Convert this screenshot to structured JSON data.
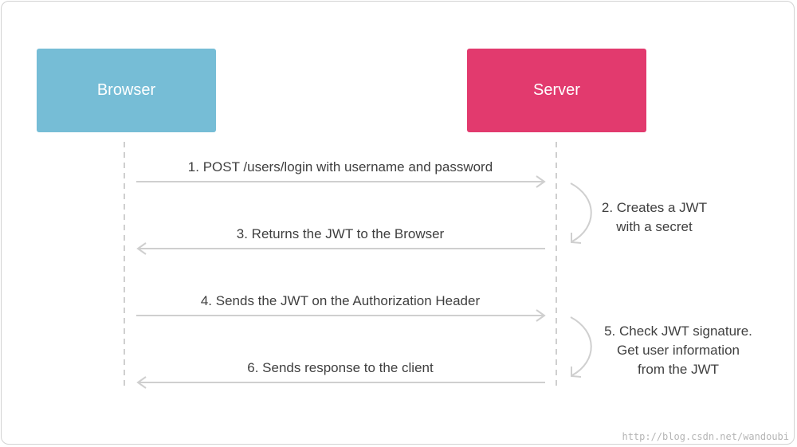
{
  "colors": {
    "browser": "#76bdd6",
    "server": "#e23a6e",
    "line": "#cfcfcf",
    "text": "#3f3f3f"
  },
  "actors": {
    "browser": "Browser",
    "server": "Server"
  },
  "messages": [
    {
      "label": "1. POST /users/login with username and password",
      "direction": "to-server"
    },
    {
      "label": "3. Returns the JWT to the Browser",
      "direction": "to-browser"
    },
    {
      "label": "4. Sends the JWT on the Authorization Header",
      "direction": "to-server"
    },
    {
      "label": "6. Sends response to the client",
      "direction": "to-browser"
    }
  ],
  "notes": [
    {
      "lines": [
        "2. Creates a JWT",
        "with a secret"
      ]
    },
    {
      "lines": [
        "5. Check JWT signature.",
        "Get user information",
        "from the JWT"
      ]
    }
  ],
  "watermark": "http://blog.csdn.net/wandoubi"
}
